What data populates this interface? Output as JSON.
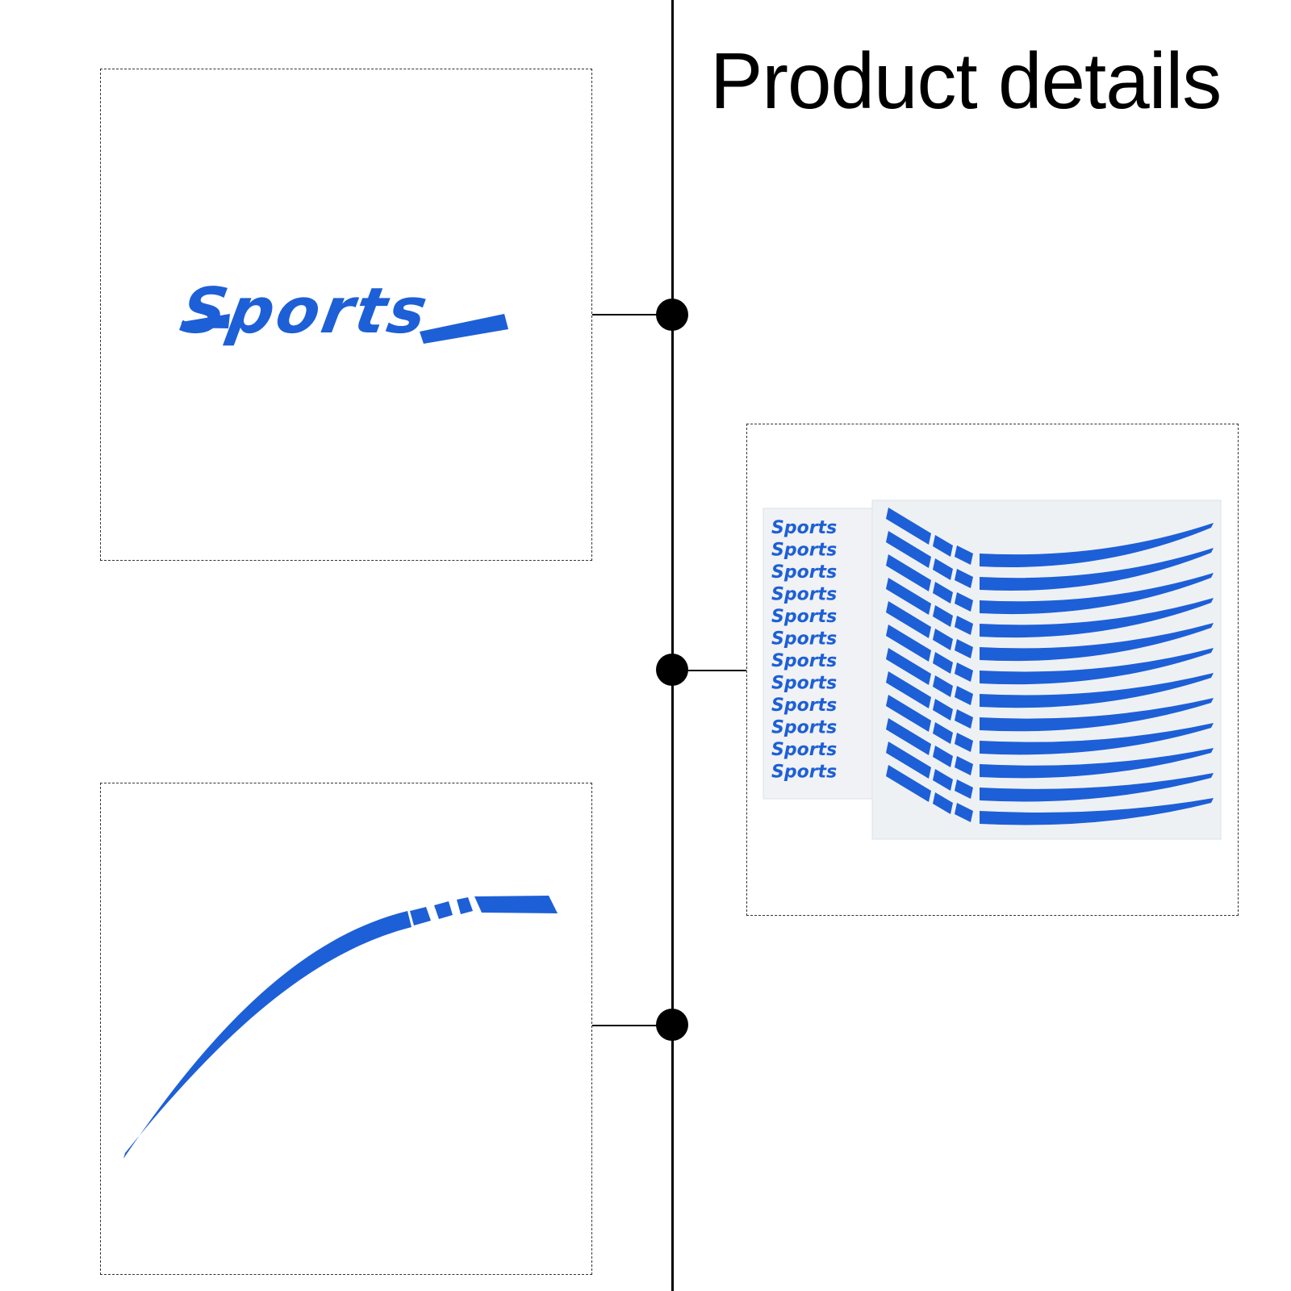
{
  "page": {
    "title": "Product details"
  },
  "panels": [
    {
      "name": "logo-decal",
      "logo_text": "Sports"
    },
    {
      "name": "decal-sheet",
      "logo_text": "Sports"
    },
    {
      "name": "stripe-decal"
    }
  ],
  "colors": {
    "decal": "#1d5fd6",
    "connector": "#000000",
    "frame": "#333333"
  }
}
